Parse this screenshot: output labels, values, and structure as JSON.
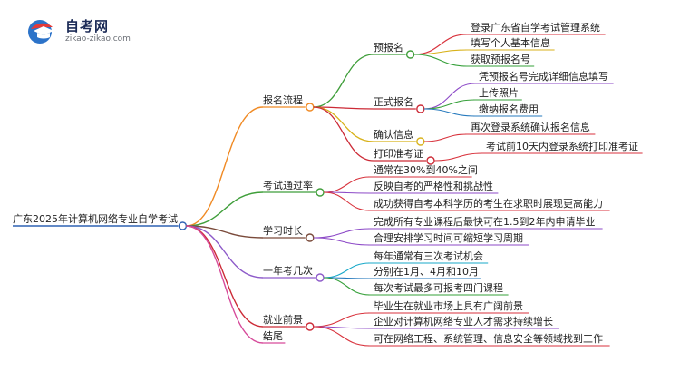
{
  "logo": {
    "title": "自考网",
    "url": "zikao-zikao.com"
  },
  "mindmap": {
    "root": "广东2025年计算机网络专业自学考试",
    "colors": {
      "root": "#2f62b3",
      "branch_orange": "#f08a24",
      "branch_green": "#3f9e3a",
      "branch_red": "#cc2a36",
      "branch_brown": "#7a4a3a",
      "branch_purple": "#8d5ac9",
      "branch_pink": "#d64a9a",
      "leaf_red": "#d8323c",
      "leaf_yellow": "#d8b21b",
      "leaf_green": "#36a03a",
      "leaf_blue": "#2579bd",
      "leaf_purple": "#8c49c7",
      "leaf_teal": "#19a9c9"
    },
    "branches": [
      {
        "label": "报名流程",
        "children": [
          {
            "label": "预报名",
            "children": [
              "登录广东省自学考试管理系统",
              "填写个人基本信息",
              "获取预报名号"
            ]
          },
          {
            "label": "正式报名",
            "children": [
              "凭预报名号完成详细信息填写",
              "上传照片",
              "缴纳报名费用"
            ]
          },
          {
            "label": "确认信息",
            "children": [
              "再次登录系统确认报名信息"
            ]
          },
          {
            "label": "打印准考证",
            "children": [
              "考试前10天内登录系统打印准考证"
            ]
          }
        ]
      },
      {
        "label": "考试通过率",
        "children": [
          "通常在30%到40%之间",
          "反映自考的严格性和挑战性",
          "成功获得自考本科学历的考生在求职时展现更高能力"
        ]
      },
      {
        "label": "学习时长",
        "children": [
          "完成所有专业课程后最快可在1.5到2年内申请毕业",
          "合理安排学习时间可缩短学习周期"
        ]
      },
      {
        "label": "一年考几次",
        "children": [
          "每年通常有三次考试机会",
          "分别在1月、4月和10月",
          "每次考试最多可报考四门课程"
        ]
      },
      {
        "label": "就业前景",
        "children": [
          "毕业生在就业市场上具有广阔前景",
          "企业对计算机网络专业人才需求持续增长",
          "可在网络工程、系统管理、信息安全等领域找到工作"
        ]
      },
      {
        "label": "结尾",
        "children": []
      }
    ]
  }
}
